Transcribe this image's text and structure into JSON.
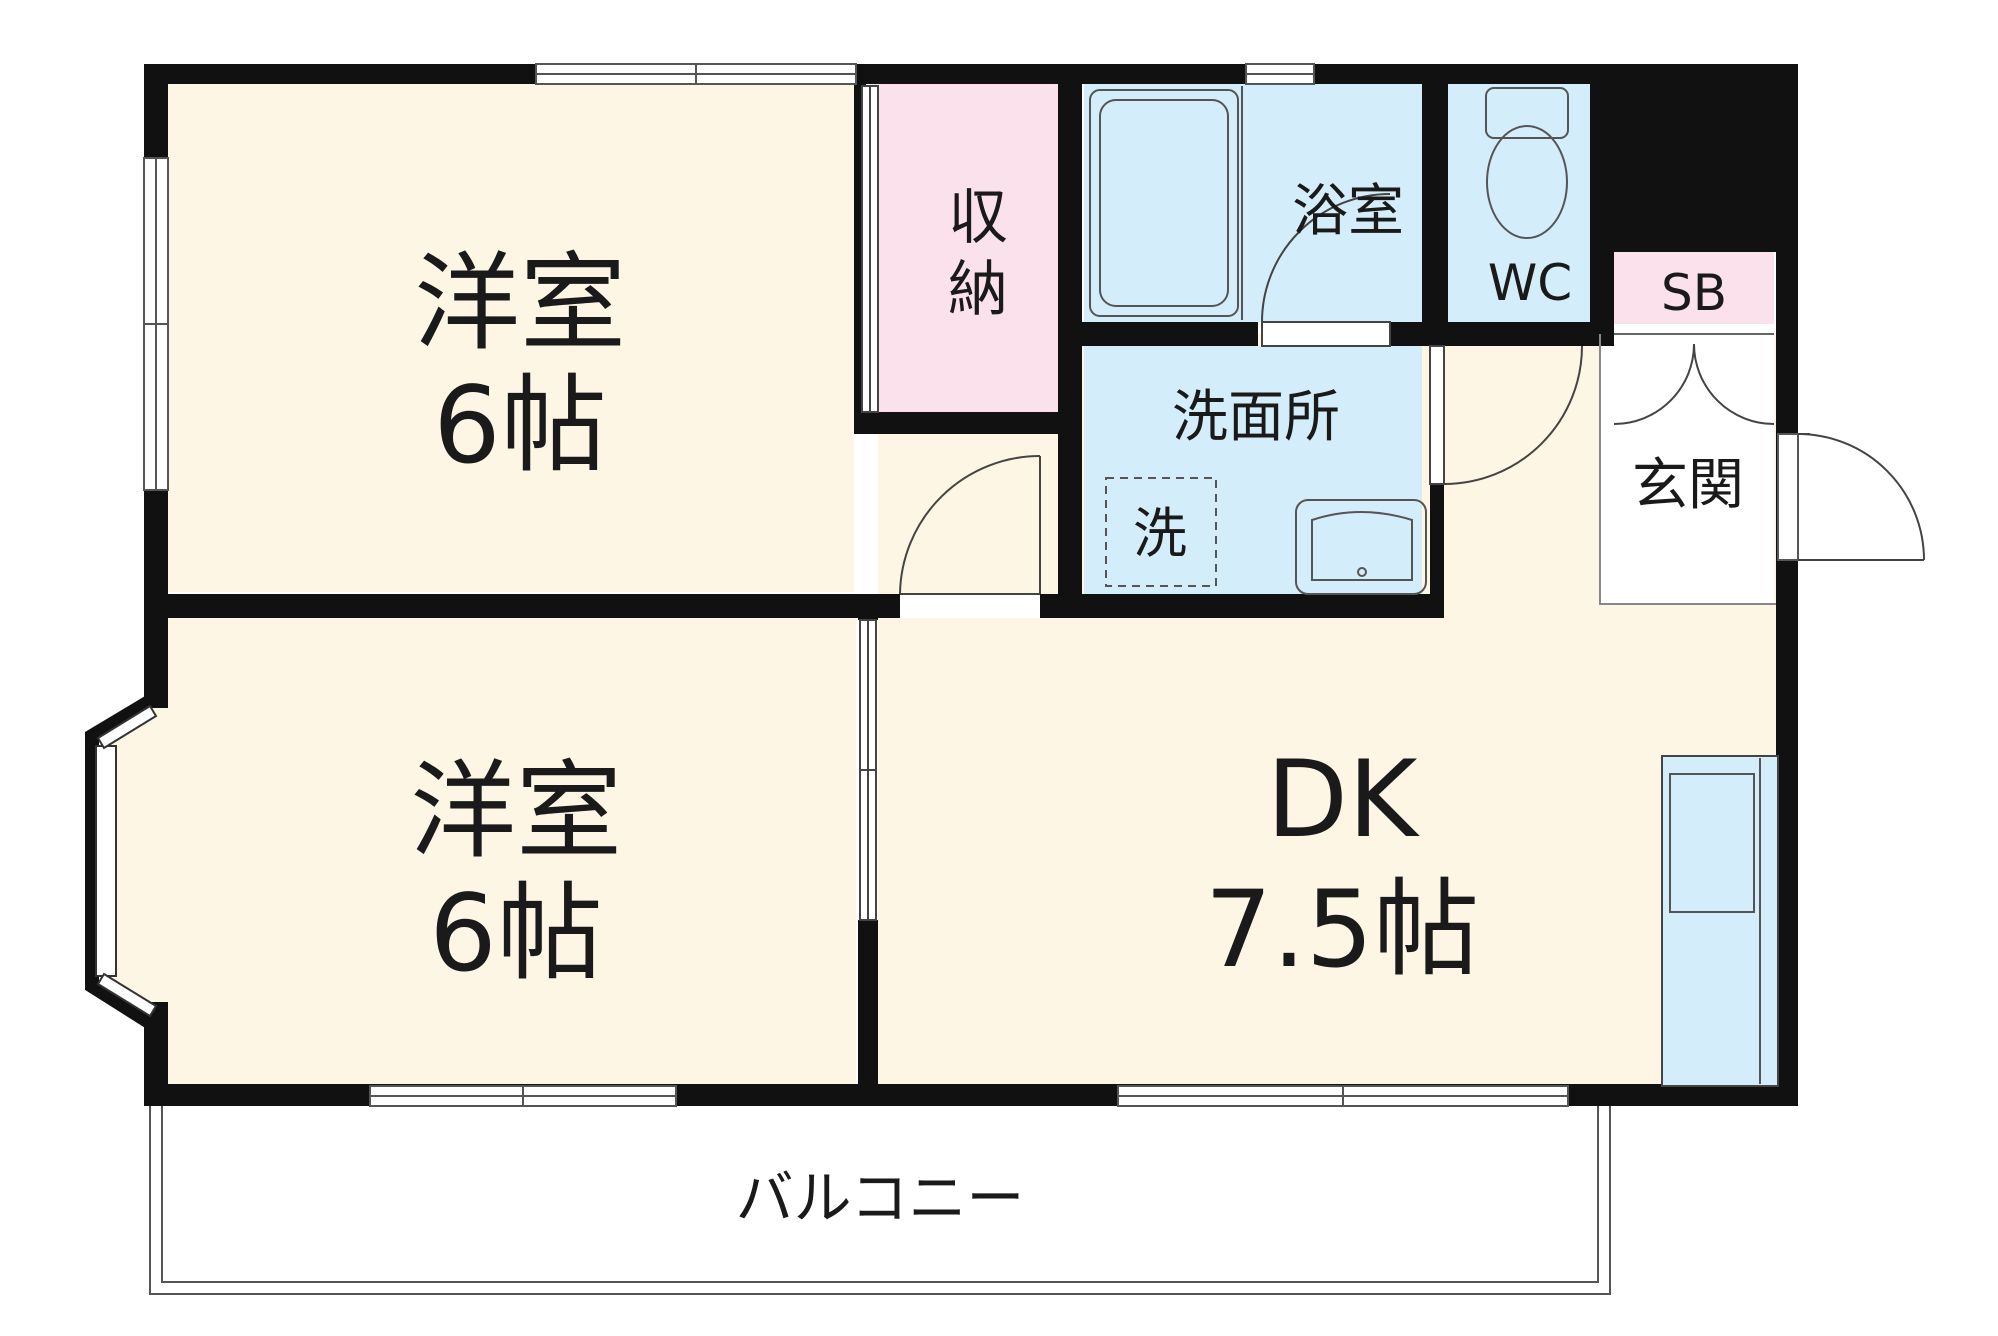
{
  "rooms": {
    "western_room_1": {
      "name": "洋室",
      "size": "6帖"
    },
    "western_room_2": {
      "name": "洋室",
      "size": "6帖"
    },
    "dining_kitchen": {
      "name": "DK",
      "size": "7.5帖"
    },
    "storage": {
      "name_top": "収",
      "name_bottom": "納"
    },
    "bathroom": {
      "name": "浴室"
    },
    "toilet": {
      "name": "WC"
    },
    "shoe_box": {
      "name": "SB"
    },
    "washroom": {
      "name": "洗面所"
    },
    "washer_space": {
      "name": "洗"
    },
    "entrance": {
      "name": "玄関"
    },
    "balcony": {
      "name": "バルコニー"
    }
  },
  "colors": {
    "wall": "#111111",
    "western_room": "#fdf6e4",
    "water_area": "#d3eefa",
    "storage": "#fbe1ec",
    "window": "#ffffff"
  }
}
